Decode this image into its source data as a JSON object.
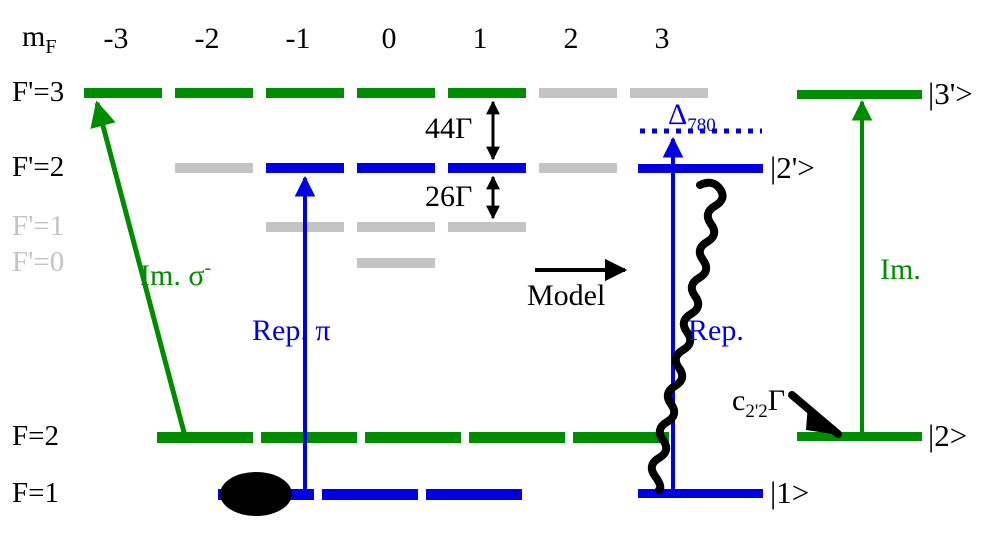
{
  "figure": {
    "title": "Rubidium hyperfine level scheme and three-level model",
    "background": "#ffffff",
    "colors": {
      "green": "#008c00",
      "blue": "#0000e0",
      "gray": "#c4c4c4",
      "black": "#000000"
    }
  },
  "left_panel": {
    "mf_header": "m",
    "mf_header_sub": "F",
    "mf_columns": [
      "-3",
      "-2",
      "-1",
      "0",
      "1",
      "2",
      "3"
    ],
    "levels": [
      {
        "label": "F'=3",
        "faded": false,
        "segments": [
          {
            "mf": "-3",
            "color": "green"
          },
          {
            "mf": "-2",
            "color": "green"
          },
          {
            "mf": "-1",
            "color": "green"
          },
          {
            "mf": "0",
            "color": "green"
          },
          {
            "mf": "1",
            "color": "green"
          },
          {
            "mf": "2",
            "color": "gray"
          },
          {
            "mf": "3",
            "color": "gray"
          }
        ]
      },
      {
        "label": "F'=2",
        "faded": false,
        "segments": [
          {
            "mf": "-2",
            "color": "gray"
          },
          {
            "mf": "-1",
            "color": "blue"
          },
          {
            "mf": "0",
            "color": "blue"
          },
          {
            "mf": "1",
            "color": "blue"
          },
          {
            "mf": "2",
            "color": "gray"
          }
        ]
      },
      {
        "label": "F'=1",
        "faded": true,
        "segments": [
          {
            "mf": "-1",
            "color": "gray"
          },
          {
            "mf": "0",
            "color": "gray"
          },
          {
            "mf": "1",
            "color": "gray"
          }
        ]
      },
      {
        "label": "F'=0",
        "faded": true,
        "segments": [
          {
            "mf": "0",
            "color": "gray"
          }
        ]
      },
      {
        "label": "F=2",
        "faded": false,
        "segments": [
          {
            "mf": "-2",
            "color": "green"
          },
          {
            "mf": "-1",
            "color": "green"
          },
          {
            "mf": "0",
            "color": "green"
          },
          {
            "mf": "1",
            "color": "green"
          },
          {
            "mf": "2",
            "color": "green"
          }
        ]
      },
      {
        "label": "F=1",
        "faded": false,
        "segments": [
          {
            "mf": "-1",
            "color": "blue"
          },
          {
            "mf": "0",
            "color": "blue"
          },
          {
            "mf": "1",
            "color": "blue"
          }
        ]
      }
    ],
    "spacings": [
      {
        "value": "44",
        "unit": "Γ",
        "between": "F'=3 and F'=2"
      },
      {
        "value": "26",
        "unit": "Γ",
        "between": "F'=2 and F'=1"
      }
    ],
    "transitions": [
      {
        "name": "imaging",
        "label": "Im. σ",
        "superscript": "-",
        "color": "green",
        "from": "F=2, mF=-2",
        "to": "F'=3, mF=-3"
      },
      {
        "name": "repump",
        "label": "Rep. π",
        "superscript": "",
        "color": "blue",
        "from": "F=1, mF=-1",
        "to": "F'=2, mF=-1"
      }
    ],
    "population_marker": {
      "shape": "filled-ellipse",
      "at": "F=1, mF=-1",
      "color": "#000000"
    }
  },
  "connector": {
    "label": "Model",
    "arrow": "right-arrow"
  },
  "right_panel": {
    "states": [
      {
        "id": "3p",
        "ket": "|3'>",
        "color": "green"
      },
      {
        "id": "2p",
        "ket": "|2'>",
        "color": "blue"
      },
      {
        "id": "2",
        "ket": "|2>",
        "color": "green"
      },
      {
        "id": "1",
        "ket": "|1>",
        "color": "blue"
      }
    ],
    "detuning": {
      "symbol": "Δ",
      "subscript": "780",
      "color": "blue",
      "line_style": "dotted"
    },
    "arrows": [
      {
        "name": "repump-arrow",
        "label": "Rep.",
        "color": "blue",
        "from": "|1>",
        "to": "|2'>"
      },
      {
        "name": "imaging-arrow",
        "label": "Im.",
        "color": "green",
        "from": "|2>",
        "to": "|3'>"
      },
      {
        "name": "decay-wave",
        "label": "c",
        "label_sub": "2'2",
        "label_tail": "Γ",
        "color": "black",
        "from": "|2'>",
        "to": "|2>",
        "style": "wavy"
      }
    ]
  }
}
